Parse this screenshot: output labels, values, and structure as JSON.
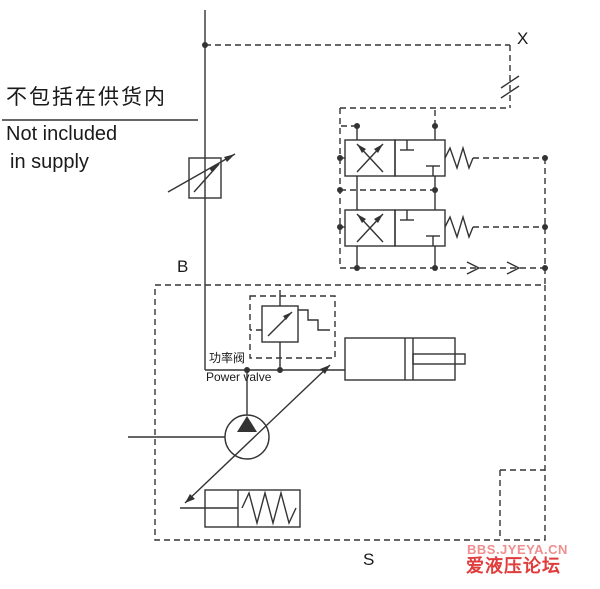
{
  "colors": {
    "line": "#333333",
    "background": "#ffffff",
    "watermark_primary": "#f08f8f",
    "watermark_secondary": "#e03c3c"
  },
  "annotation": {
    "zh": "不包括在供货内",
    "en_line1": "Not included",
    "en_line2": "in supply"
  },
  "ports": {
    "x": "X",
    "b": "B",
    "s": "S"
  },
  "power_valve": {
    "zh": "功率阀",
    "en": "Power valve"
  },
  "watermark": {
    "site": "BBS.JYEYA.CN",
    "forum": "爱液压论坛"
  },
  "diagram": {
    "type": "hydraulic-schematic",
    "components": [
      "x-pilot-line",
      "throttle-valve-not-in-supply",
      "directional-valve-upper",
      "directional-valve-lower",
      "power-relief-valve",
      "servo-cylinder",
      "variable-displacement-pump",
      "spring-stroking-cylinder",
      "pump-enclosure-dashed-box",
      "drain-bus"
    ]
  }
}
